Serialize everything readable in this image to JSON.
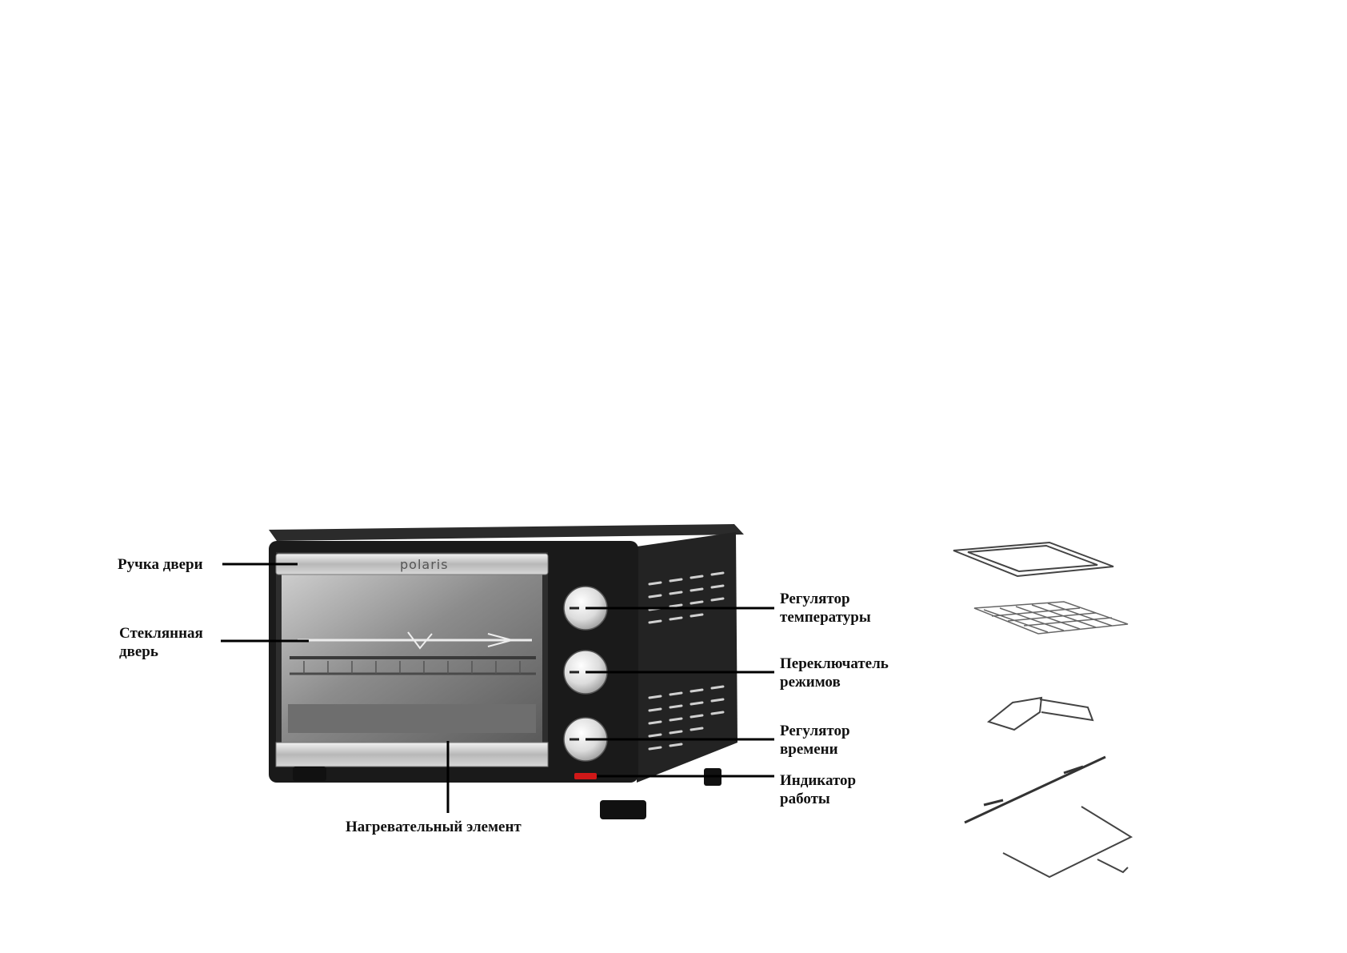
{
  "brand": "polaris",
  "labels": {
    "door_handle": "Ручка двери",
    "glass_door_1": "Стеклянная",
    "glass_door_2": "дверь",
    "temp_1": "Регулятор",
    "temp_2": "температуры",
    "mode_1": "Переключатель",
    "mode_2": "режимов",
    "time_1": "Регулятор",
    "time_2": "времени",
    "indicator_1": "Индикатор",
    "indicator_2": "работы",
    "heating": "Нагревательный элемент"
  },
  "colors": {
    "body": "#1c1c1c",
    "steel": "#c6c6c6",
    "glass": "#8a8a8a",
    "indicator": "#d01818"
  }
}
